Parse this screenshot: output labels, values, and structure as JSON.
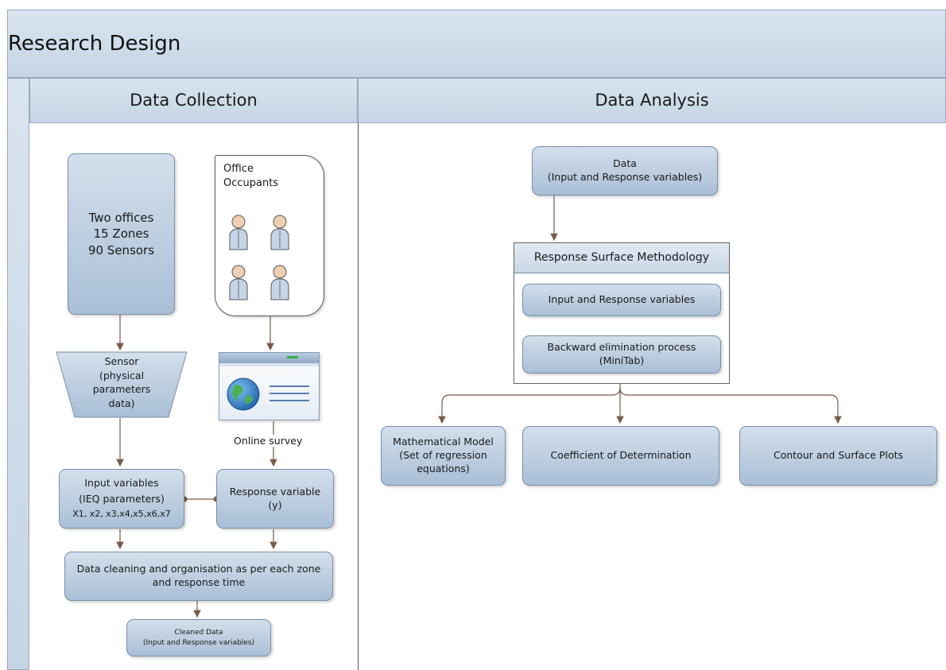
{
  "title": "Research Design",
  "lanes": {
    "collection": "Data Collection",
    "analysis": "Data Analysis"
  },
  "collection": {
    "offices": "Two offices\n15 Zones\n90 Sensors",
    "occupants_title": "Office\nOccupants",
    "sensor": "Sensor\n(physical\nparameters\ndata)",
    "online_survey": "Online survey",
    "input_title": "Input variables",
    "input_params": "(IEQ parameters)",
    "input_vars": "X1, x2, x3,x4,x5,x6,x7",
    "response": "Response variable\n(y)",
    "cleaning": "Data cleaning and organisation as per each zone\nand response time",
    "cleaned": "Cleaned Data\n(Input and Response variables)"
  },
  "analysis": {
    "data": "Data\n(Input and Response variables)",
    "rsm_title": "Response Surface Methodology",
    "rsm_step1": "Input and Response variables",
    "rsm_step2": "Backward elimination process\n(MiniTab)",
    "model": "Mathematical Model\n(Set of regression\nequations)",
    "coefficient": "Coefficient of Determination",
    "plots": "Contour and Surface Plots"
  },
  "icons": [
    "person-icon",
    "person-icon",
    "person-icon",
    "person-icon",
    "globe-icon",
    "browser-window-icon"
  ],
  "colors": {
    "node_fill": "#b9cce0",
    "node_border": "#7a8fa6",
    "band": "#ccd9e7",
    "connector": "#7b5b4b"
  }
}
